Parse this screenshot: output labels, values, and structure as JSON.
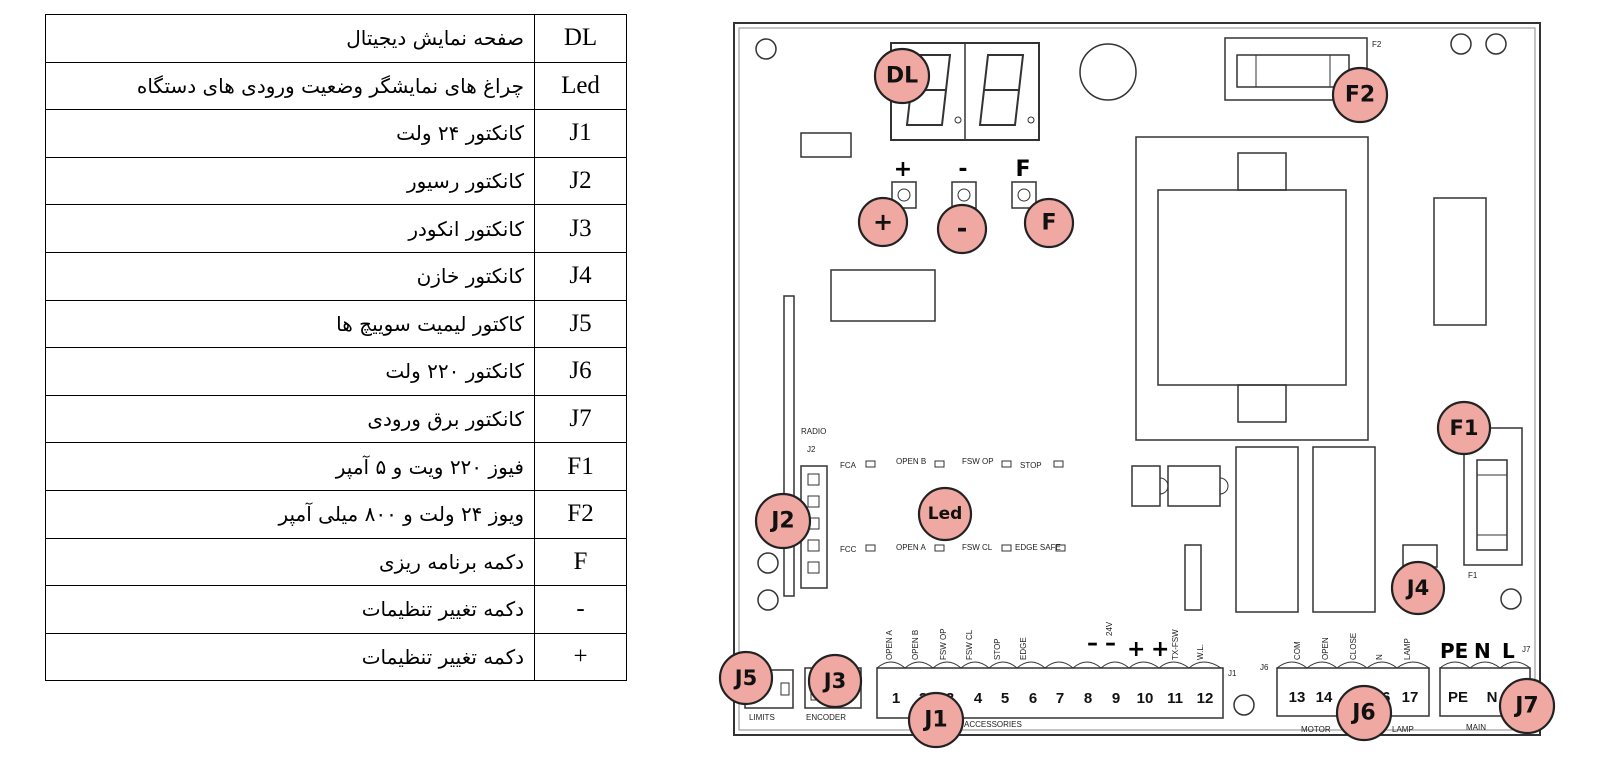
{
  "legend": {
    "rows": [
      {
        "code": "DL",
        "desc": "صفحه نمایش دیجیتال"
      },
      {
        "code": "Led",
        "desc": "چراغ های نمایشگر وضعیت ورودی های دستگاه"
      },
      {
        "code": "J1",
        "desc": "کانکتور ۲۴ ولت"
      },
      {
        "code": "J2",
        "desc": "کانکتور رسیور"
      },
      {
        "code": "J3",
        "desc": "کانکتور انکودر"
      },
      {
        "code": "J4",
        "desc": "کانکتور خازن"
      },
      {
        "code": "J5",
        "desc": "کاکتور لیمیت سوییچ ها"
      },
      {
        "code": "J6",
        "desc": "کانکتور ۲۲۰ ولت"
      },
      {
        "code": "J7",
        "desc": "کانکتور برق ورودی"
      },
      {
        "code": "F1",
        "desc": "فیوز ۲۲۰ ویت و ۵ آمپر"
      },
      {
        "code": "F2",
        "desc": "ویوز ۲۴ ولت و ۸۰۰ میلی آمپر"
      },
      {
        "code": "F",
        "desc": "دکمه برنامه ریزی"
      },
      {
        "code": "-",
        "desc": "دکمه تغییر تنظیمات"
      },
      {
        "code": "+",
        "desc": "دکمه تغییر تنظیمات"
      }
    ]
  },
  "board": {
    "badges": {
      "dl": "DL",
      "f2": "F2",
      "plus": "+",
      "minus": "-",
      "f": "F",
      "f1": "F1",
      "j2": "J2",
      "led": "Led",
      "j4": "J4",
      "j5": "J5",
      "j3": "J3",
      "j1": "J1",
      "j6": "J6",
      "j7": "J7"
    },
    "button_labels": {
      "plus": "+",
      "minus": "-",
      "f": "F"
    },
    "silk": {
      "f2": "F2",
      "f1": "F1",
      "radio": "RADIO",
      "j2": "J2",
      "j1": "J1",
      "j6": "J6",
      "j7": "J7",
      "limits": "LIMITS",
      "encoder": "ENCODER",
      "accessories": "ACCESSORIES",
      "motor": "MOTOR",
      "lamp": "LAMP",
      "main": "MAIN",
      "v24": "24V",
      "pe": "PE",
      "n": "N",
      "l": "L",
      "fca": "FCA",
      "open_b": "OPEN B",
      "fsw_op": "FSW OP",
      "stop": "STOP",
      "fcc": "FCC",
      "open_a": "OPEN A",
      "fsw_cl": "FSW CL",
      "edge_safe": "EDGE SAFE"
    },
    "j1_labels": [
      "OPEN A",
      "OPEN B",
      "FSW OP",
      "FSW CL",
      "STOP",
      "EDGE",
      "TX-FSW",
      "W.L."
    ],
    "j1_terminals": [
      "1",
      "2",
      "3",
      "4",
      "5",
      "6",
      "7",
      "8",
      "9",
      "10",
      "11",
      "12"
    ],
    "j6_labels": [
      "COM",
      "OPEN",
      "CLOSE",
      "N",
      "LAMP"
    ],
    "j6_terminals": [
      "13",
      "14",
      "16",
      "17"
    ],
    "j7_terminals": [
      "PE",
      "N"
    ],
    "badge_color": "#f0a9a2"
  }
}
